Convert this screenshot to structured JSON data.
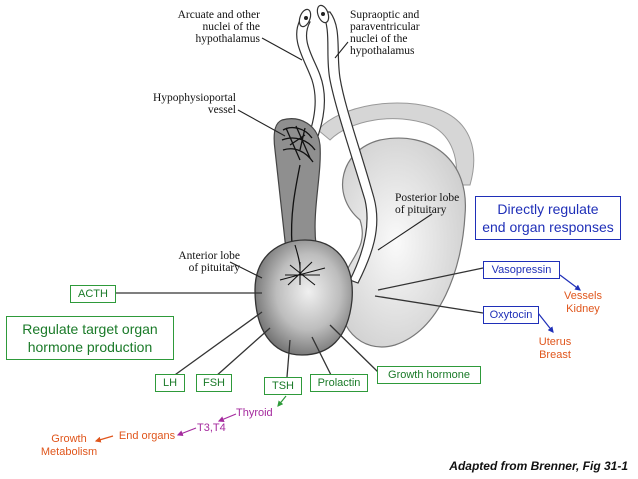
{
  "labels": {
    "arcuate": "Arcuate and other\nnuclei of the\nhypothalamus",
    "supraoptic": "Supraoptic and\nparaventricular\nnuclei of the\nhypothalamus",
    "portal": "Hypophysioportal\nvessel",
    "posterior": "Posterior lobe\nof pituitary",
    "anterior": "Anterior lobe\nof pituitary"
  },
  "boxes": {
    "directly": "Directly regulate\nend organ responses",
    "regulate_target": "Regulate target organ\nhormone production",
    "acth": "ACTH",
    "lh": "LH",
    "fsh": "FSH",
    "tsh": "TSH",
    "prolactin": "Prolactin",
    "growth_hormone": "Growth hormone",
    "vasopressin": "Vasopressin",
    "oxytocin": "Oxytocin"
  },
  "targets": {
    "vessels_kidney": "Vessels\nKidney",
    "uterus_breast": "Uterus\nBreast",
    "thyroid": "Thyroid",
    "t3t4": "T3,T4",
    "end_organs": "End organs",
    "growth_metabolism": "Growth\nMetabolism"
  },
  "credit": "Adapted from Brenner, Fig 31-1",
  "colors": {
    "green_box": "#2e9a3a",
    "blue_box": "#1f2fb8",
    "orange": "#e0561c",
    "purple": "#a52a9e"
  }
}
